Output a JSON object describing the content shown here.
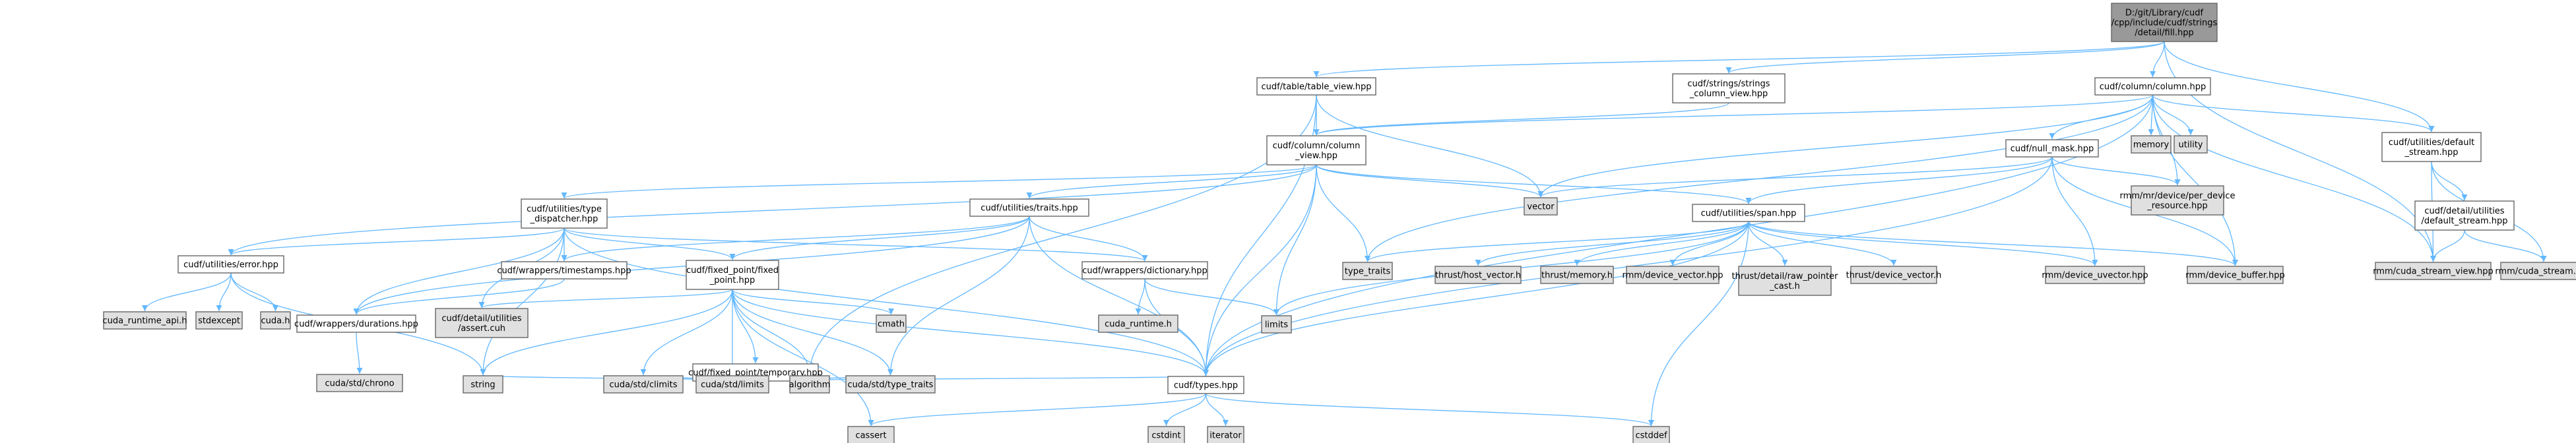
{
  "colors": {
    "background": "#ffffff",
    "root_fill": "#999999",
    "project_fill": "#ffffff",
    "system_fill": "#e0e0e0",
    "border": "#666666",
    "edge": "#63b8ff"
  },
  "diagram": {
    "type": "include-dependency-graph",
    "nodes": [
      {
        "id": "root",
        "kind": "root",
        "lines": [
          "D:/git/Library/cudf",
          "/cpp/include/cudf/strings",
          "/detail/fill.hpp"
        ]
      },
      {
        "id": "table_view",
        "kind": "project",
        "lines": [
          "cudf/table/table_view.hpp"
        ]
      },
      {
        "id": "strings_view",
        "kind": "project",
        "lines": [
          "cudf/strings/strings",
          "_column_view.hpp"
        ]
      },
      {
        "id": "column",
        "kind": "project",
        "lines": [
          "cudf/column/column.hpp"
        ]
      },
      {
        "id": "default_stream",
        "kind": "project",
        "lines": [
          "cudf/utilities/default",
          "_stream.hpp"
        ]
      },
      {
        "id": "column_view",
        "kind": "project",
        "lines": [
          "cudf/column/column",
          "_view.hpp"
        ]
      },
      {
        "id": "memory",
        "kind": "system",
        "lines": [
          "memory"
        ]
      },
      {
        "id": "utility",
        "kind": "system",
        "lines": [
          "utility"
        ]
      },
      {
        "id": "null_mask",
        "kind": "project",
        "lines": [
          "cudf/null_mask.hpp"
        ]
      },
      {
        "id": "detail_default_stream",
        "kind": "project",
        "lines": [
          "cudf/detail/utilities",
          "/default_stream.hpp"
        ]
      },
      {
        "id": "vector",
        "kind": "system",
        "lines": [
          "vector"
        ]
      },
      {
        "id": "per_device",
        "kind": "system",
        "lines": [
          "rmm/mr/device/per_device",
          "_resource.hpp"
        ]
      },
      {
        "id": "type_dispatcher",
        "kind": "project",
        "lines": [
          "cudf/utilities/type",
          "_dispatcher.hpp"
        ]
      },
      {
        "id": "traits",
        "kind": "project",
        "lines": [
          "cudf/utilities/traits.hpp"
        ]
      },
      {
        "id": "span",
        "kind": "project",
        "lines": [
          "cudf/utilities/span.hpp"
        ]
      },
      {
        "id": "error",
        "kind": "project",
        "lines": [
          "cudf/utilities/error.hpp"
        ]
      },
      {
        "id": "timestamps",
        "kind": "project",
        "lines": [
          "cudf/wrappers/timestamps.hpp"
        ]
      },
      {
        "id": "fixed_point",
        "kind": "project",
        "lines": [
          "cudf/fixed_point/fixed",
          "_point.hpp"
        ]
      },
      {
        "id": "dictionary",
        "kind": "project",
        "lines": [
          "cudf/wrappers/dictionary.hpp"
        ]
      },
      {
        "id": "type_traits_std",
        "kind": "system",
        "lines": [
          "type_traits"
        ]
      },
      {
        "id": "host_vector",
        "kind": "system",
        "lines": [
          "thrust/host_vector.h"
        ]
      },
      {
        "id": "thrust_memory",
        "kind": "system",
        "lines": [
          "thrust/memory.h"
        ]
      },
      {
        "id": "rmm_device_vector",
        "kind": "system",
        "lines": [
          "rmm/device_vector.hpp"
        ]
      },
      {
        "id": "raw_pointer",
        "kind": "system",
        "lines": [
          "thrust/detail/raw_pointer",
          "_cast.h"
        ]
      },
      {
        "id": "thrust_device_vector",
        "kind": "system",
        "lines": [
          "thrust/device_vector.h"
        ]
      },
      {
        "id": "device_uvector",
        "kind": "system",
        "lines": [
          "rmm/device_uvector.hpp"
        ]
      },
      {
        "id": "device_buffer",
        "kind": "system",
        "lines": [
          "rmm/device_buffer.hpp"
        ]
      },
      {
        "id": "cuda_stream_view",
        "kind": "system",
        "lines": [
          "rmm/cuda_stream_view.hpp"
        ]
      },
      {
        "id": "cuda_stream",
        "kind": "system",
        "lines": [
          "rmm/cuda_stream.hpp"
        ]
      },
      {
        "id": "cuda_runtime_api",
        "kind": "system",
        "lines": [
          "cuda_runtime_api.h"
        ]
      },
      {
        "id": "stdexcept",
        "kind": "system",
        "lines": [
          "stdexcept"
        ]
      },
      {
        "id": "cuda_h",
        "kind": "system",
        "lines": [
          "cuda.h"
        ]
      },
      {
        "id": "durations",
        "kind": "project",
        "lines": [
          "cudf/wrappers/durations.hpp"
        ]
      },
      {
        "id": "assert_cuh",
        "kind": "system",
        "lines": [
          "cudf/detail/utilities",
          "/assert.cuh"
        ]
      },
      {
        "id": "cmath",
        "kind": "system",
        "lines": [
          "cmath"
        ]
      },
      {
        "id": "temporary",
        "kind": "project",
        "lines": [
          "cudf/fixed_point/temporary.hpp"
        ]
      },
      {
        "id": "cuda_runtime",
        "kind": "system",
        "lines": [
          "cuda_runtime.h"
        ]
      },
      {
        "id": "limits",
        "kind": "system",
        "lines": [
          "limits"
        ]
      },
      {
        "id": "chrono",
        "kind": "system",
        "lines": [
          "cuda/std/chrono"
        ]
      },
      {
        "id": "string",
        "kind": "system",
        "lines": [
          "string"
        ]
      },
      {
        "id": "climits",
        "kind": "system",
        "lines": [
          "cuda/std/climits"
        ]
      },
      {
        "id": "std_limits",
        "kind": "system",
        "lines": [
          "cuda/std/limits"
        ]
      },
      {
        "id": "algorithm",
        "kind": "system",
        "lines": [
          "algorithm"
        ]
      },
      {
        "id": "std_type_traits",
        "kind": "system",
        "lines": [
          "cuda/std/type_traits"
        ]
      },
      {
        "id": "types",
        "kind": "project",
        "lines": [
          "cudf/types.hpp"
        ]
      },
      {
        "id": "cassert",
        "kind": "system",
        "lines": [
          "cassert"
        ]
      },
      {
        "id": "cstdint",
        "kind": "system",
        "lines": [
          "cstdint"
        ]
      },
      {
        "id": "iterator",
        "kind": "system",
        "lines": [
          "iterator"
        ]
      },
      {
        "id": "cstddef",
        "kind": "system",
        "lines": [
          "cstddef"
        ]
      }
    ],
    "edges": [
      [
        "root",
        "table_view"
      ],
      [
        "root",
        "strings_view"
      ],
      [
        "root",
        "column"
      ],
      [
        "root",
        "default_stream"
      ],
      [
        "root",
        "cuda_stream_view"
      ],
      [
        "table_view",
        "column_view"
      ],
      [
        "table_view",
        "vector"
      ],
      [
        "table_view",
        "types"
      ],
      [
        "table_view",
        "algorithm"
      ],
      [
        "strings_view",
        "column_view"
      ],
      [
        "column",
        "column_view"
      ],
      [
        "column",
        "null_mask"
      ],
      [
        "column",
        "types"
      ],
      [
        "column",
        "default_stream"
      ],
      [
        "column",
        "memory"
      ],
      [
        "column",
        "utility"
      ],
      [
        "column",
        "vector"
      ],
      [
        "column",
        "per_device"
      ],
      [
        "column",
        "device_buffer"
      ],
      [
        "column",
        "cuda_stream_view"
      ],
      [
        "column",
        "type_traits_std"
      ],
      [
        "default_stream",
        "detail_default_stream"
      ],
      [
        "default_stream",
        "cuda_stream_view"
      ],
      [
        "default_stream",
        "cuda_stream"
      ],
      [
        "detail_default_stream",
        "cuda_stream_view"
      ],
      [
        "detail_default_stream",
        "cuda_stream"
      ],
      [
        "null_mask",
        "span"
      ],
      [
        "null_mask",
        "vector"
      ],
      [
        "null_mask",
        "per_device"
      ],
      [
        "null_mask",
        "device_buffer"
      ],
      [
        "null_mask",
        "device_uvector"
      ],
      [
        "null_mask",
        "types"
      ],
      [
        "column_view",
        "type_dispatcher"
      ],
      [
        "column_view",
        "traits"
      ],
      [
        "column_view",
        "span"
      ],
      [
        "column_view",
        "error"
      ],
      [
        "column_view",
        "types"
      ],
      [
        "column_view",
        "vector"
      ],
      [
        "column_view",
        "limits"
      ],
      [
        "column_view",
        "type_traits_std"
      ],
      [
        "type_dispatcher",
        "error"
      ],
      [
        "type_dispatcher",
        "fixed_point"
      ],
      [
        "type_dispatcher",
        "timestamps"
      ],
      [
        "type_dispatcher",
        "dictionary"
      ],
      [
        "type_dispatcher",
        "durations"
      ],
      [
        "type_dispatcher",
        "assert_cuh"
      ],
      [
        "type_dispatcher",
        "types"
      ],
      [
        "type_dispatcher",
        "string"
      ],
      [
        "traits",
        "fixed_point"
      ],
      [
        "traits",
        "timestamps"
      ],
      [
        "traits",
        "dictionary"
      ],
      [
        "traits",
        "durations"
      ],
      [
        "traits",
        "types"
      ],
      [
        "traits",
        "std_type_traits"
      ],
      [
        "span",
        "types"
      ],
      [
        "span",
        "type_traits_std"
      ],
      [
        "span",
        "host_vector"
      ],
      [
        "span",
        "thrust_memory"
      ],
      [
        "span",
        "rmm_device_vector"
      ],
      [
        "span",
        "raw_pointer"
      ],
      [
        "span",
        "thrust_device_vector"
      ],
      [
        "span",
        "device_uvector"
      ],
      [
        "span",
        "device_buffer"
      ],
      [
        "span",
        "cstddef"
      ],
      [
        "span",
        "limits"
      ],
      [
        "error",
        "cuda_runtime_api"
      ],
      [
        "error",
        "stdexcept"
      ],
      [
        "error",
        "cuda_h"
      ],
      [
        "error",
        "string"
      ],
      [
        "timestamps",
        "durations"
      ],
      [
        "fixed_point",
        "temporary"
      ],
      [
        "fixed_point",
        "assert_cuh"
      ],
      [
        "fixed_point",
        "types"
      ],
      [
        "fixed_point",
        "cmath"
      ],
      [
        "fixed_point",
        "string"
      ],
      [
        "fixed_point",
        "climits"
      ],
      [
        "fixed_point",
        "std_limits"
      ],
      [
        "fixed_point",
        "algorithm"
      ],
      [
        "fixed_point",
        "std_type_traits"
      ],
      [
        "fixed_point",
        "cassert"
      ],
      [
        "dictionary",
        "types"
      ],
      [
        "dictionary",
        "cuda_runtime"
      ],
      [
        "dictionary",
        "limits"
      ],
      [
        "durations",
        "chrono"
      ],
      [
        "temporary",
        "types"
      ],
      [
        "temporary",
        "string"
      ],
      [
        "temporary",
        "climits"
      ],
      [
        "temporary",
        "std_limits"
      ],
      [
        "temporary",
        "algorithm"
      ],
      [
        "temporary",
        "std_type_traits"
      ],
      [
        "types",
        "cassert"
      ],
      [
        "types",
        "cstdint"
      ],
      [
        "types",
        "iterator"
      ],
      [
        "types",
        "cstddef"
      ]
    ]
  }
}
